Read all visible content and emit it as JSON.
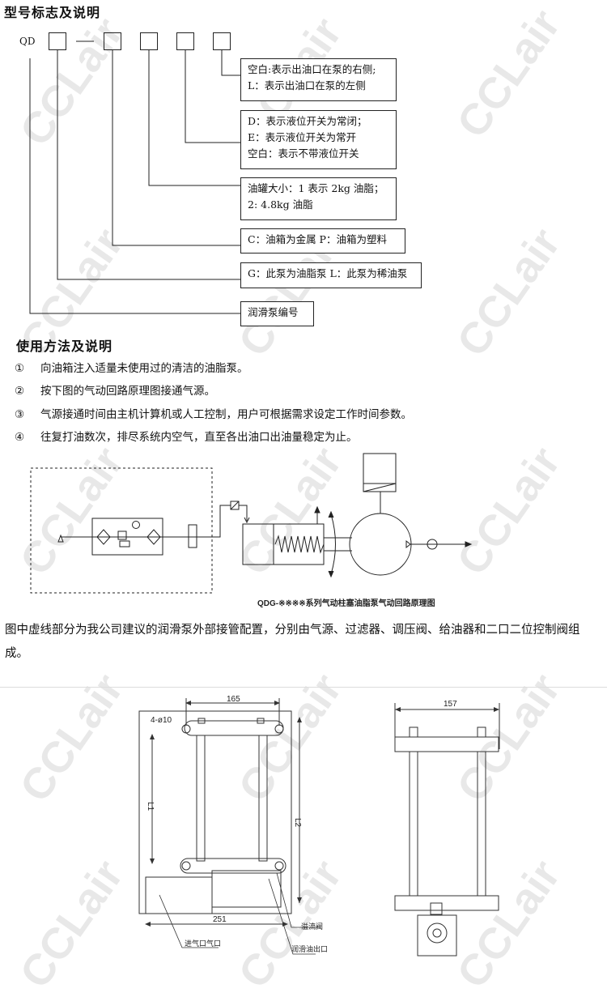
{
  "model": {
    "title": "型号标志及说明",
    "prefix": "QD",
    "descriptions": [
      {
        "lines": [
          "空白:表示出油口在泵的右侧;",
          "L：表示出油口在泵的左侧"
        ]
      },
      {
        "lines": [
          "D：表示液位开关为常闭；",
          "E：表示液位开关为常开",
          "空白：表示不带液位开关"
        ]
      },
      {
        "lines": [
          "油罐大小：1 表示 2kg 油脂；",
          "2:   4.8kg 油脂"
        ]
      },
      {
        "lines": [
          "C：油箱为金属  P：油箱为塑料"
        ]
      },
      {
        "lines": [
          "G：此泵为油脂泵  L：此泵为稀油泵"
        ]
      },
      {
        "lines": [
          "润滑泵编号"
        ]
      }
    ]
  },
  "usage": {
    "title": "使用方法及说明",
    "items": [
      {
        "num": "①",
        "text": "向油箱注入适量未使用过的清洁的油脂泵。"
      },
      {
        "num": "②",
        "text": "按下图的气动回路原理图接通气源。"
      },
      {
        "num": "③",
        "text": "气源接通时间由主机计算机或人工控制，用户可根据需求设定工作时间参数。"
      },
      {
        "num": "④",
        "text": "往复打油数次，排尽系统内空气，直至各出油口出油量稳定为止。"
      }
    ]
  },
  "circuit": {
    "caption": "QDG-※※※※系列气动柱塞油脂泵气动回路原理图"
  },
  "note": "图中虚线部分为我公司建议的润滑泵外部接管配置，分别由气源、过滤器、调压阀、给油器和二口二位控制阀组成。",
  "drawing": {
    "dim_width_front": "165",
    "holes": "4-ø10",
    "dim_l1": "L1",
    "dim_l2": "L2",
    "dim_base": "251",
    "label_overflow_valve": "溢流阀",
    "label_air_inlet": "进气口气口",
    "label_oil_outlet": "润滑油出口",
    "dim_width_side": "157"
  },
  "watermark": "CCLair"
}
